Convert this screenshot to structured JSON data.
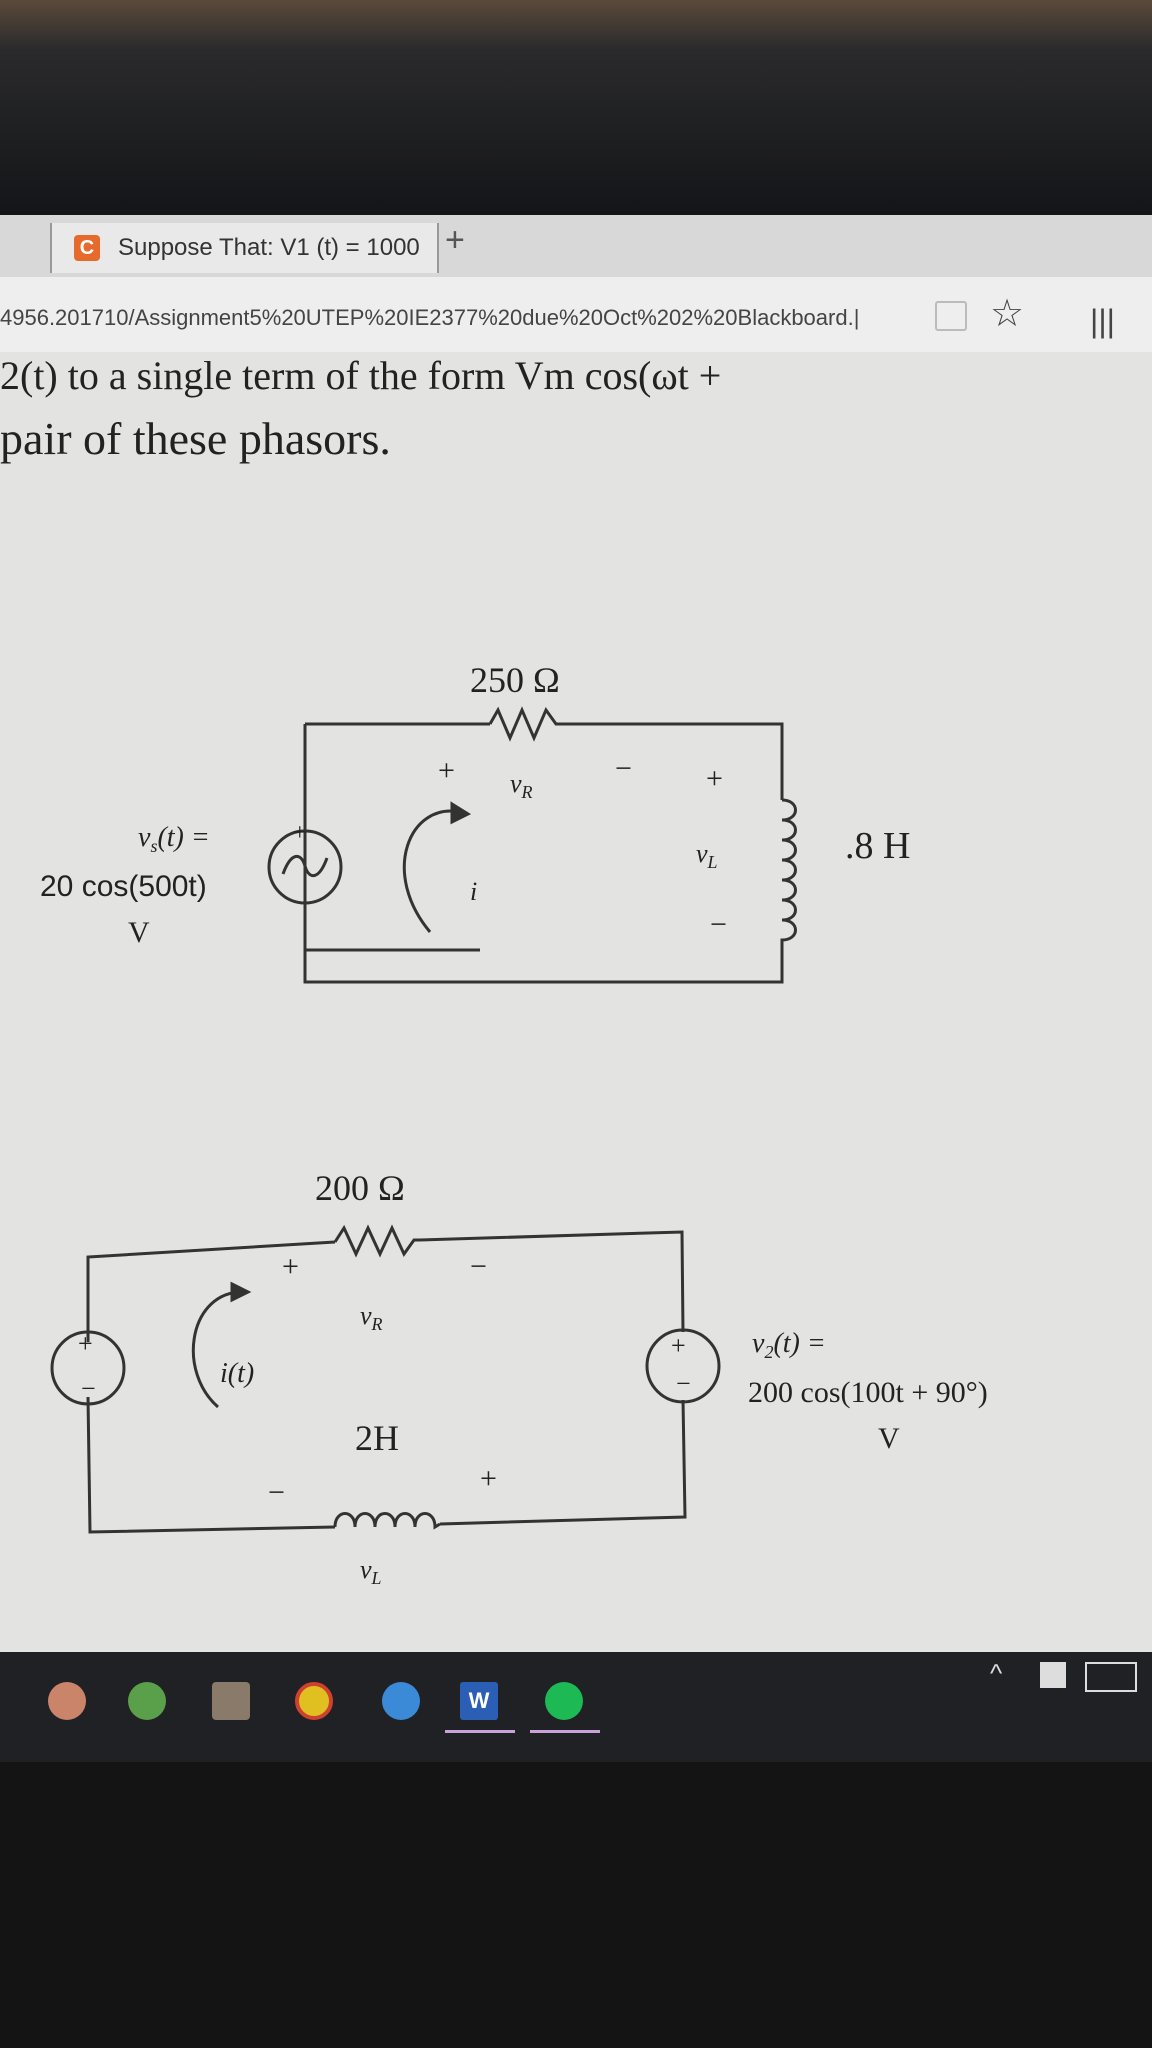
{
  "browser": {
    "tab_title": "Suppose That: V1 (t) = 1000",
    "tab_icon_letter": "C",
    "new_tab": "+",
    "url": "4956.201710/Assignment5%20UTEP%20IE2377%20due%20Oct%202%20Blackboard.|",
    "star": "☆",
    "hub": "|||"
  },
  "question": {
    "line1": "2(t) to a single term of the form Vm cos(ωt +",
    "line2": "pair of these phasors."
  },
  "circuit1": {
    "resistor": "250 Ω",
    "vr": "v",
    "vr_sub": "R",
    "vl": "v",
    "vl_sub": "L",
    "inductor": ".8 H",
    "source_label1": "v",
    "source_label1_sub": "s",
    "source_label1_rest": "(t) =",
    "source_label2": "20 cos(500t)",
    "source_label3": "V",
    "current": "i",
    "plus": "+",
    "minus": "−"
  },
  "circuit2": {
    "resistor": "200 Ω",
    "vr": "v",
    "vr_sub": "R",
    "inductor": "2H",
    "vl": "v",
    "vl_sub": "L",
    "current": "i(t)",
    "source_label1": "v",
    "source_label1_sub": "2",
    "source_label1_rest": "(t) =",
    "source_label2": "200 cos(100t + 90°)",
    "source_label3": "V",
    "plus": "+",
    "minus": "−"
  },
  "taskbar": {
    "word_label": "W",
    "tray_chevron": "^"
  }
}
